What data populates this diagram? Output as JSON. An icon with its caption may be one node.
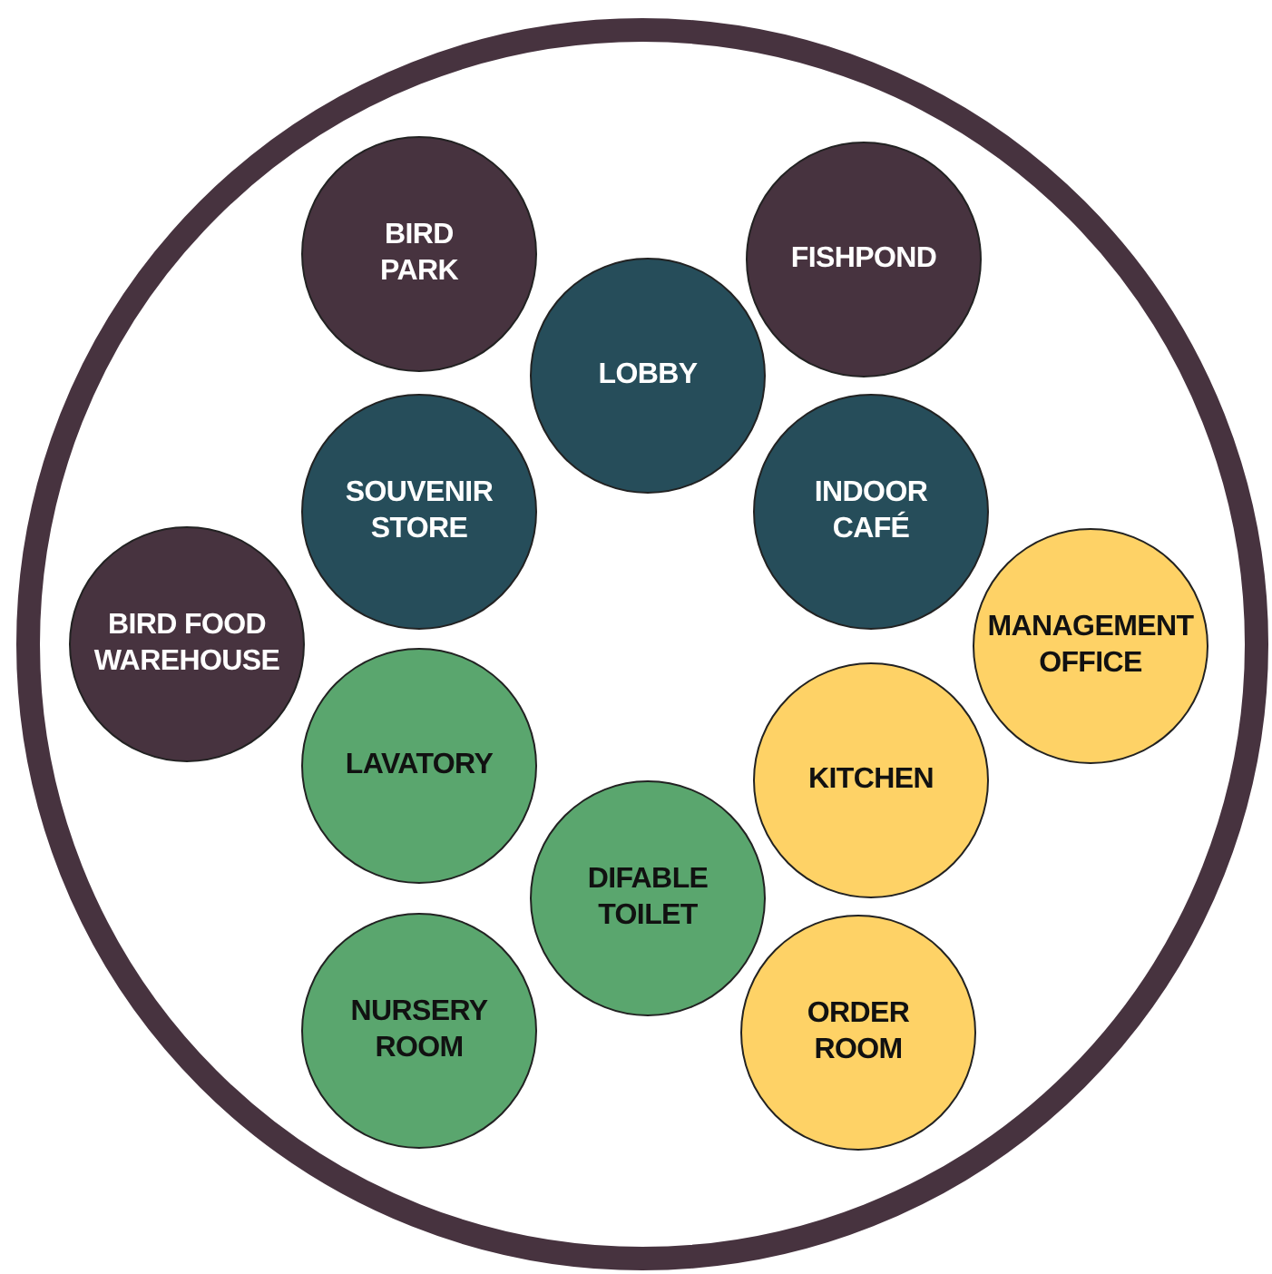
{
  "diagram": {
    "nodes": [
      {
        "text": [],
        "shape": "circle"
      },
      {
        "text": [
          "BIRD PARK"
        ],
        "in": 0
      },
      {
        "text": [
          "FISHPOND"
        ],
        "in": 0
      },
      {
        "text": [
          "LOBBY"
        ],
        "in": 0
      },
      {
        "text": [
          "SOUVENIR STORE"
        ],
        "in": 0
      },
      {
        "text": [
          "INDOOR CAFÉ"
        ],
        "in": 0
      },
      {
        "text": [
          "BIRD FOOD WAREHOUSE"
        ],
        "in": 0
      },
      {
        "text": [
          "MANAGEMENT OFFICE"
        ],
        "in": 0
      },
      {
        "text": [
          "LAVATORY"
        ],
        "in": 0
      },
      {
        "text": [
          "KITCHEN"
        ],
        "in": 0
      },
      {
        "text": [
          "DIFABLE TOILET"
        ],
        "in": 0
      },
      {
        "text": [
          "NURSERY ROOM"
        ],
        "in": 0
      },
      {
        "text": [
          "ORDER ROOM"
        ],
        "in": 0
      }
    ],
    "edges": []
  }
}
